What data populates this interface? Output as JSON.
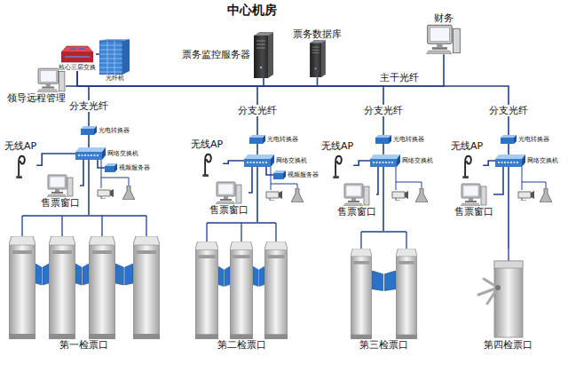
{
  "diagram": {
    "title": "中心机房",
    "nodes": [
      {
        "text": [
          "核心三层交换"
        ]
      },
      {
        "text": [
          "光纤机"
        ]
      },
      {
        "text": [
          "票务监控服务器"
        ]
      },
      {
        "text": [
          "票务数据库"
        ]
      },
      {
        "text": [
          "财务"
        ]
      },
      {
        "text": [
          "领导远程管理"
        ]
      },
      {
        "text": [
          "光电转换器"
        ]
      },
      {
        "text": [
          "网络交换机"
        ]
      },
      {
        "text": [
          "无线AP"
        ]
      },
      {
        "text": [
          "售票窗口"
        ]
      },
      {
        "text": [
          "视频服务器"
        ]
      },
      {
        "text": [
          "第一检票口"
        ]
      },
      {
        "text": [
          "光电转换器"
        ]
      },
      {
        "text": [
          "网络交换机"
        ]
      },
      {
        "text": [
          "无线AP"
        ]
      },
      {
        "text": [
          "售票窗口"
        ]
      },
      {
        "text": [
          "视频服务器"
        ]
      },
      {
        "text": [
          "第二检票口"
        ]
      },
      {
        "text": [
          "光电转换器"
        ]
      },
      {
        "text": [
          "网络交换机"
        ]
      },
      {
        "text": [
          "无线AP"
        ]
      },
      {
        "text": [
          "售票窗口"
        ]
      },
      {
        "text": [
          "第三检票口"
        ]
      },
      {
        "text": [
          "光电转换器"
        ]
      },
      {
        "text": [
          "网络交换机"
        ]
      },
      {
        "text": [
          "无线AP"
        ]
      },
      {
        "text": [
          "售票窗口"
        ]
      },
      {
        "text": [
          "第四检票口"
        ]
      }
    ],
    "edges": [
      {
        "from": 0,
        "to": 1,
        "arrow": "none"
      },
      {
        "from": 0,
        "to": 5,
        "arrow": "none"
      },
      {
        "from": 0,
        "to": 2,
        "arrow": "none"
      },
      {
        "from": 0,
        "to": 3,
        "arrow": "none"
      },
      {
        "from": 0,
        "to": 4,
        "arrow": "none"
      },
      {
        "from": 0,
        "to": 6,
        "label": "分支光纤",
        "arrow": "none"
      },
      {
        "from": 0,
        "to": 12,
        "label": "分支光纤",
        "arrow": "none"
      },
      {
        "from": 0,
        "to": 18,
        "label": "分支光纤",
        "arrow": "none"
      },
      {
        "from": 0,
        "to": 23,
        "label": "分支光纤",
        "arrow": "none"
      },
      {
        "from": 6,
        "to": 7,
        "arrow": "none"
      },
      {
        "from": 7,
        "to": 8,
        "arrow": "none"
      },
      {
        "from": 7,
        "to": 9,
        "arrow": "none"
      },
      {
        "from": 7,
        "to": 10,
        "arrow": "none"
      },
      {
        "from": 7,
        "to": 11,
        "arrow": "none"
      },
      {
        "from": 12,
        "to": 13,
        "arrow": "none"
      },
      {
        "from": 13,
        "to": 14,
        "arrow": "none"
      },
      {
        "from": 13,
        "to": 15,
        "arrow": "none"
      },
      {
        "from": 13,
        "to": 16,
        "arrow": "none"
      },
      {
        "from": 13,
        "to": 17,
        "arrow": "none"
      },
      {
        "from": 18,
        "to": 19,
        "arrow": "none"
      },
      {
        "from": 19,
        "to": 20,
        "arrow": "none"
      },
      {
        "from": 19,
        "to": 21,
        "arrow": "none"
      },
      {
        "from": 19,
        "to": 22,
        "arrow": "none"
      },
      {
        "from": 23,
        "to": 24,
        "arrow": "none"
      },
      {
        "from": 24,
        "to": 25,
        "arrow": "none"
      },
      {
        "from": 24,
        "to": 26,
        "arrow": "none"
      },
      {
        "from": 24,
        "to": 27,
        "arrow": "none"
      }
    ],
    "labels": [
      "主干光纤"
    ]
  }
}
